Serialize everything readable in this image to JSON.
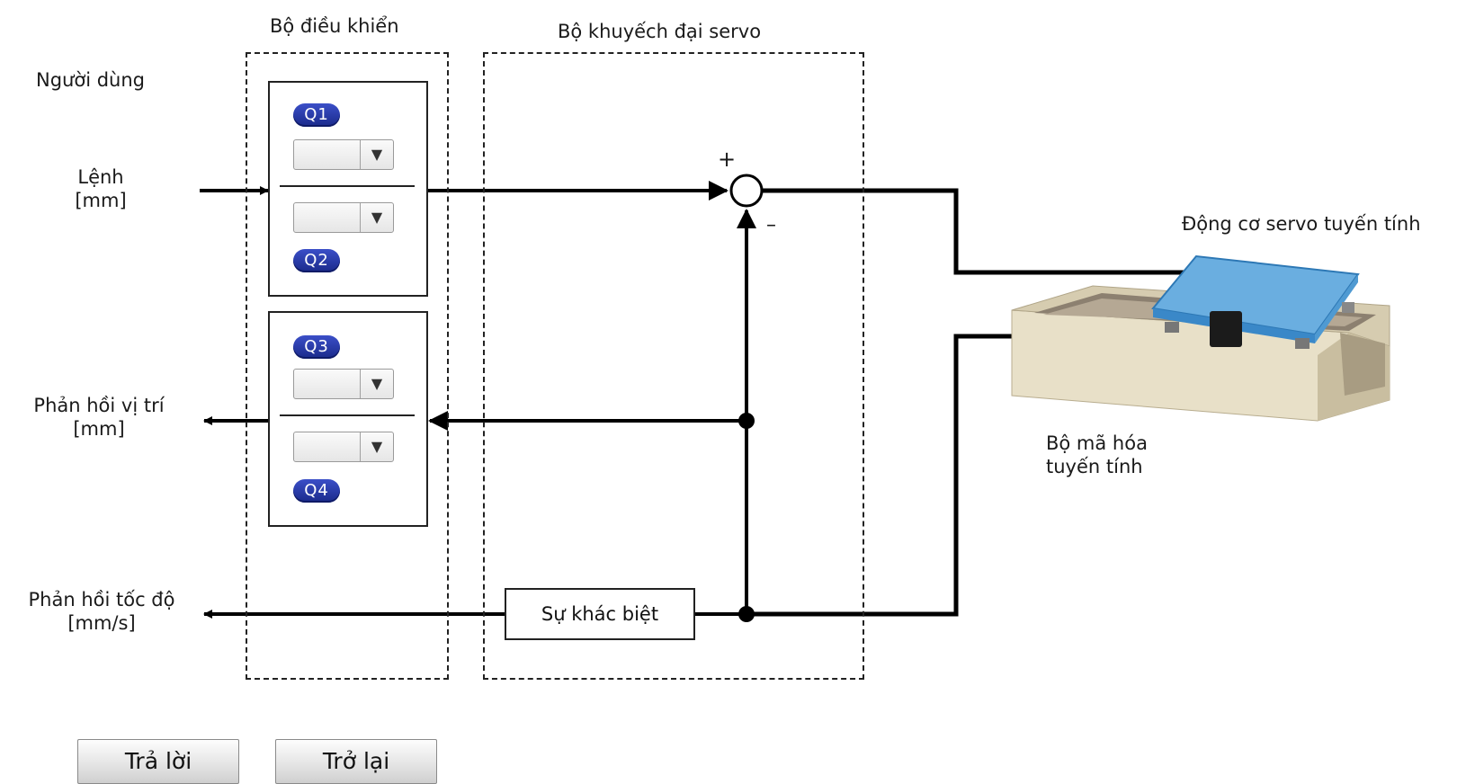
{
  "labels": {
    "controller": "Bộ điều khiển",
    "servo_amp": "Bộ khuyếch đại servo",
    "user": "Người dùng",
    "command_line1": "Lệnh",
    "command_line2": "[mm]",
    "pos_fb_line1": "Phản hồi vị trí",
    "pos_fb_line2": "[mm]",
    "spd_fb_line1": "Phản hồi tốc độ",
    "spd_fb_line2": "[mm/s]",
    "motor": "Động cơ servo tuyến tính",
    "encoder_line1": "Bộ mã hóa",
    "encoder_line2": "tuyến tính",
    "difference": "Sự khác biệt",
    "plus": "+",
    "minus": "–"
  },
  "badges": {
    "q1": "Q1",
    "q2": "Q2",
    "q3": "Q3",
    "q4": "Q4"
  },
  "dropdowns": {
    "q1_value": "",
    "q2_value": "",
    "q3_value": "",
    "q4_value": "",
    "arrow_glyph": "▼"
  },
  "buttons": {
    "answer": "Trả lời",
    "back": "Trở lại"
  },
  "icons": {
    "motor_image": "linear-servo-motor-illustration",
    "summing_junction": "summing-junction-circle"
  }
}
